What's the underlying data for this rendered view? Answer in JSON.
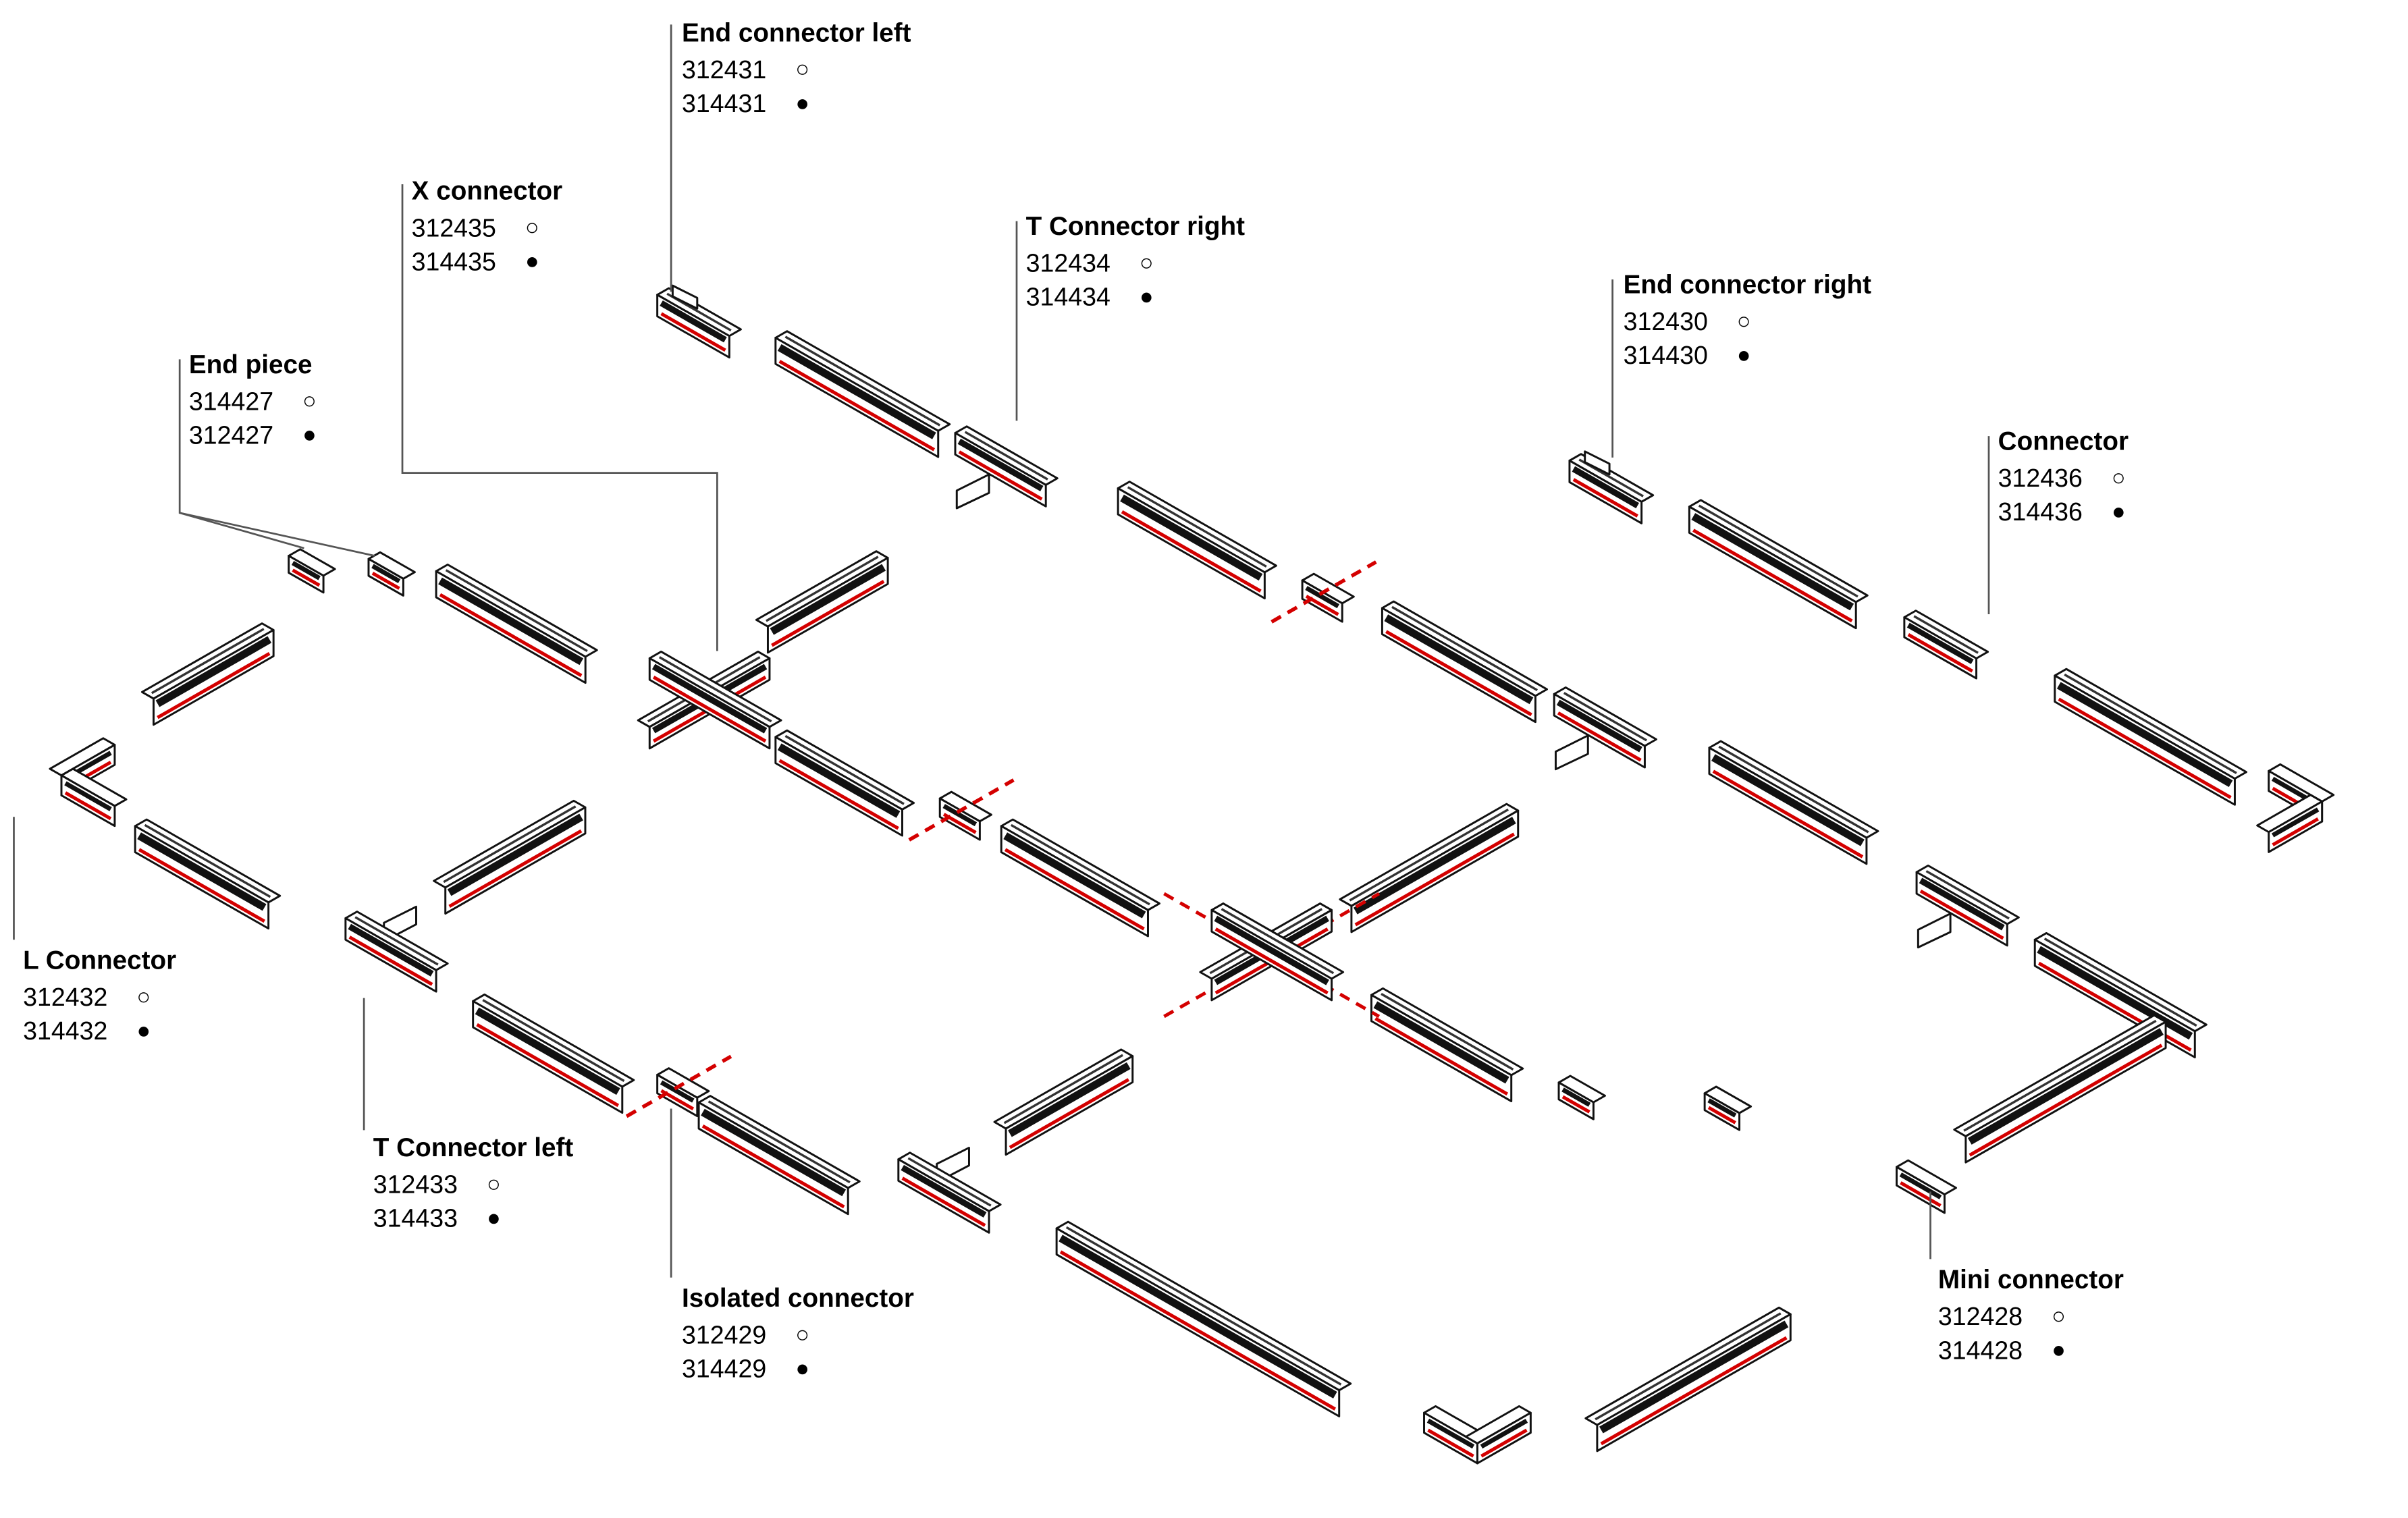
{
  "diagram": {
    "background": "#ffffff",
    "colors": {
      "accent_red": "#d40000",
      "outline": "#111111",
      "leader": "#555555"
    },
    "labels": [
      {
        "id": "end-connector-left",
        "title": "End connector left",
        "codes": [
          {
            "number": "312431",
            "dot": "○"
          },
          {
            "number": "314431",
            "dot": "●"
          }
        ]
      },
      {
        "id": "x-connector",
        "title": "X connector",
        "codes": [
          {
            "number": "312435",
            "dot": "○"
          },
          {
            "number": "314435",
            "dot": "●"
          }
        ]
      },
      {
        "id": "t-connector-right",
        "title": "T Connector right",
        "codes": [
          {
            "number": "312434",
            "dot": "○"
          },
          {
            "number": "314434",
            "dot": "●"
          }
        ]
      },
      {
        "id": "end-connector-right",
        "title": "End connector right",
        "codes": [
          {
            "number": "312430",
            "dot": "○"
          },
          {
            "number": "314430",
            "dot": "●"
          }
        ]
      },
      {
        "id": "connector",
        "title": "Connector",
        "codes": [
          {
            "number": "312436",
            "dot": "○"
          },
          {
            "number": "314436",
            "dot": "●"
          }
        ]
      },
      {
        "id": "end-piece",
        "title": "End piece",
        "codes": [
          {
            "number": "314427",
            "dot": "○"
          },
          {
            "number": "312427",
            "dot": "●"
          }
        ]
      },
      {
        "id": "l-connector",
        "title": "L Connector",
        "codes": [
          {
            "number": "312432",
            "dot": "○"
          },
          {
            "number": "314432",
            "dot": "●"
          }
        ]
      },
      {
        "id": "t-connector-left",
        "title": "T Connector left",
        "codes": [
          {
            "number": "312433",
            "dot": "○"
          },
          {
            "number": "314433",
            "dot": "●"
          }
        ]
      },
      {
        "id": "isolated-connector",
        "title": "Isolated connector",
        "codes": [
          {
            "number": "312429",
            "dot": "○"
          },
          {
            "number": "314429",
            "dot": "●"
          }
        ]
      },
      {
        "id": "mini-connector",
        "title": "Mini connector",
        "codes": [
          {
            "number": "312428",
            "dot": "○"
          },
          {
            "number": "314428",
            "dot": "●"
          }
        ]
      }
    ]
  }
}
